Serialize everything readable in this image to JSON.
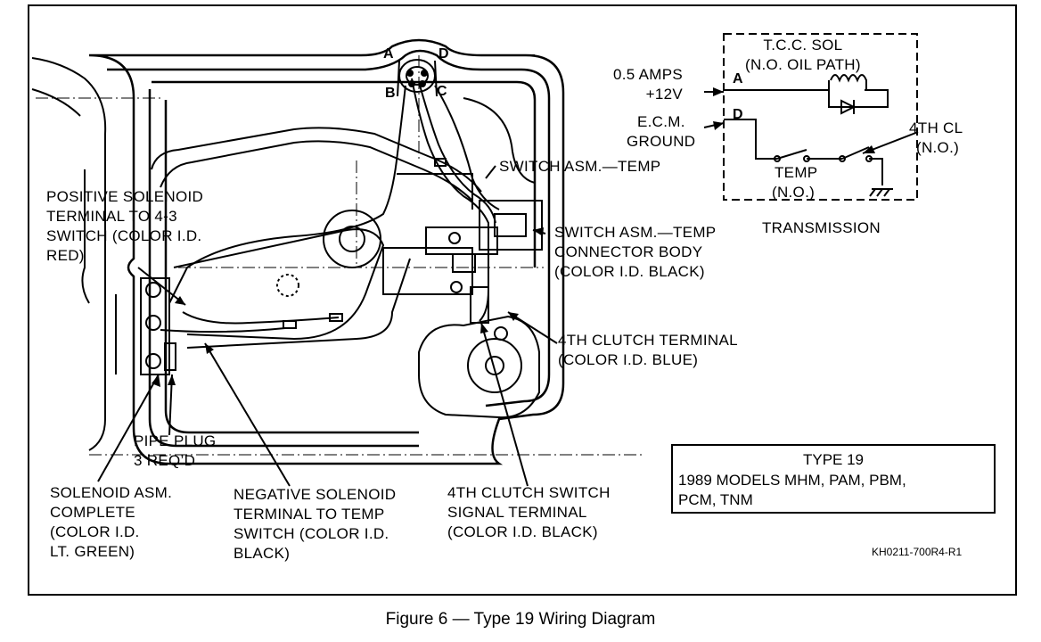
{
  "connector_pins": {
    "a": "A",
    "b": "B",
    "c": "C",
    "d": "D"
  },
  "schematic": {
    "title": [
      "T.C.C. SOL",
      "(N.O. OIL PATH)"
    ],
    "supply": [
      "0.5 AMPS",
      "+12V"
    ],
    "ground": [
      "E.C.M.",
      "GROUND"
    ],
    "pin_a": "A",
    "pin_d": "D",
    "fourth_cl": [
      "4TH CL",
      "(N.O.)"
    ],
    "temp": [
      "TEMP",
      "(N.O.)"
    ],
    "switch_temp": "SWITCH ASM.—TEMP",
    "transmission": "TRANSMISSION"
  },
  "callouts": {
    "positive_solenoid": [
      "POSITIVE SOLENOID",
      "TERMINAL TO 4-3",
      "SWITCH (COLOR I.D.",
      "RED)"
    ],
    "switch_connector": [
      "SWITCH ASM.—TEMP",
      "CONNECTOR BODY",
      "(COLOR I.D. BLACK)"
    ],
    "fourth_clutch_terminal": [
      "4TH CLUTCH TERMINAL",
      "(COLOR I.D. BLUE)"
    ],
    "pipe_plug": [
      "PIPE PLUG",
      "3 REQ’D"
    ],
    "solenoid_asm": [
      "SOLENOID ASM.",
      "COMPLETE",
      "(COLOR I.D.",
      "LT. GREEN)"
    ],
    "negative_solenoid": [
      "NEGATIVE SOLENOID",
      "TERMINAL TO TEMP",
      "SWITCH (COLOR I.D.",
      "BLACK)"
    ],
    "fourth_clutch_switch": [
      "4TH CLUTCH SWITCH",
      "SIGNAL TERMINAL",
      "(COLOR I.D. BLACK)"
    ]
  },
  "type_box": {
    "title": "TYPE 19",
    "models": [
      "1989 MODELS MHM, PAM, PBM,",
      "PCM, TNM"
    ]
  },
  "drawing_code": "KH0211-700R4-R1",
  "caption": "Figure 6 — Type 19 Wiring Diagram"
}
